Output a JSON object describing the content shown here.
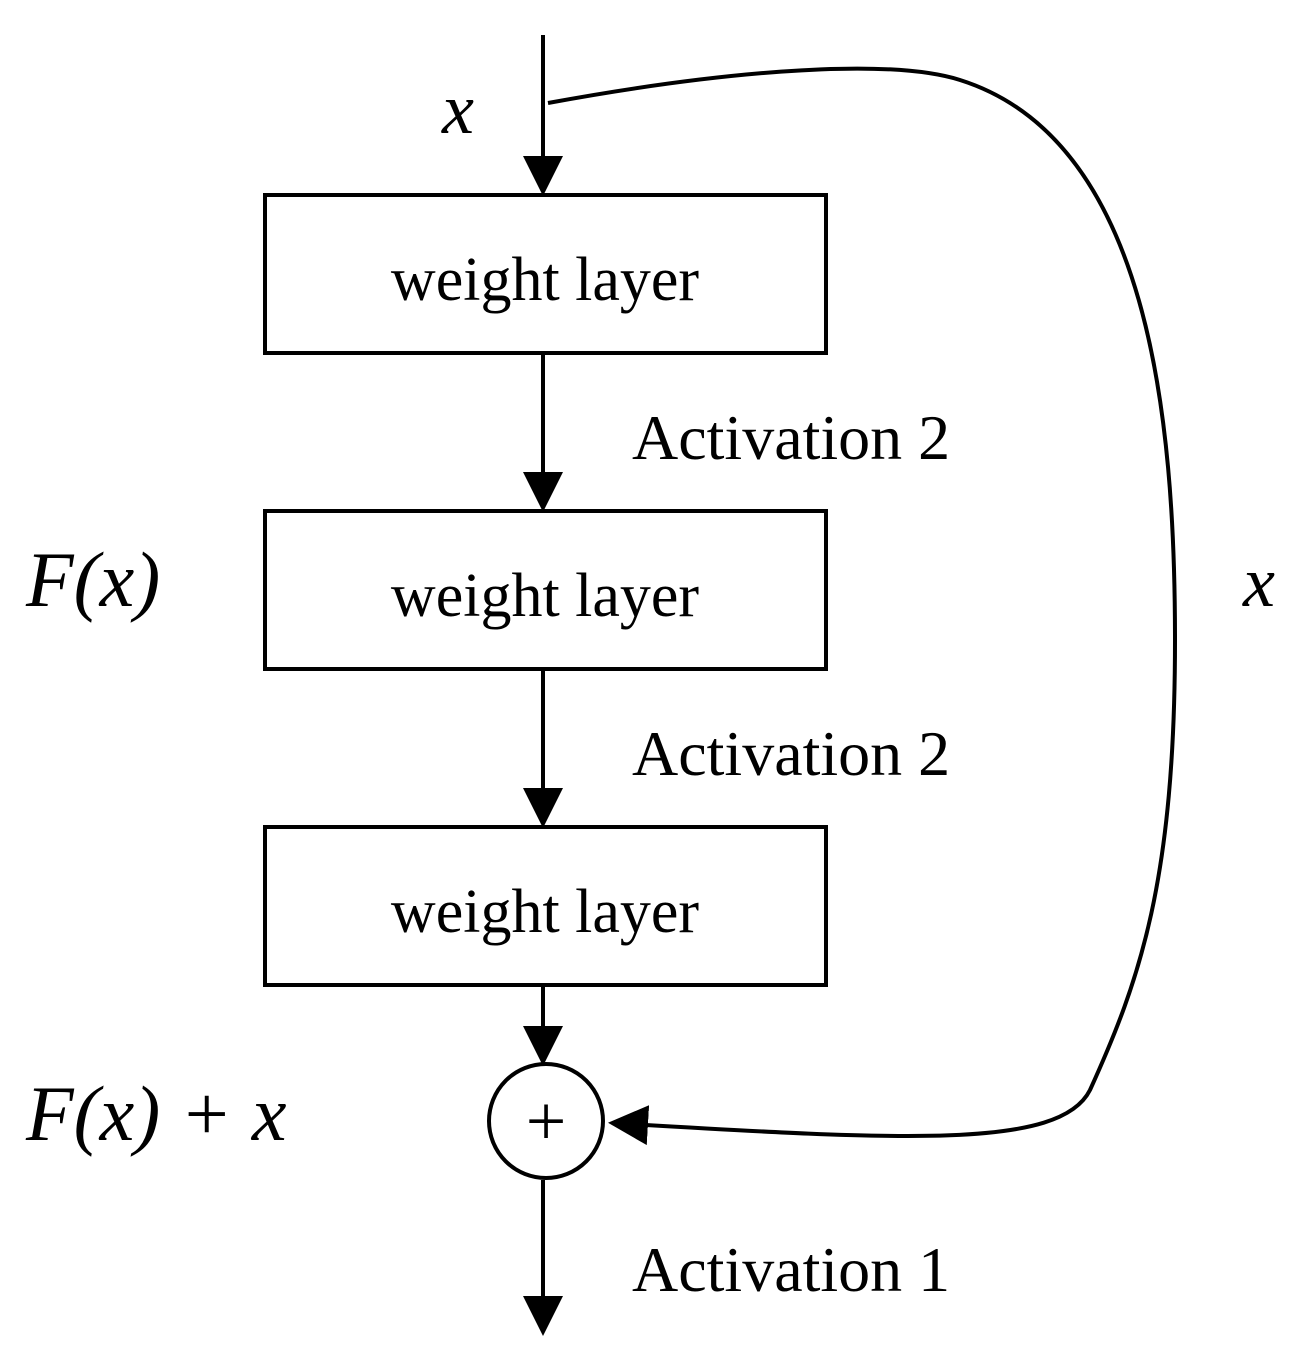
{
  "diagram": {
    "input_label": "x",
    "skip_label": "x",
    "residual_label": "F(x)",
    "sum_label": "F(x) + x",
    "plus_symbol": "+",
    "layers": [
      {
        "label": "weight layer"
      },
      {
        "label": "weight layer"
      },
      {
        "label": "weight layer"
      }
    ],
    "activations": [
      {
        "label": "Activation 2"
      },
      {
        "label": "Activation 2"
      },
      {
        "label": "Activation 1"
      }
    ]
  },
  "colors": {
    "stroke": "#000000",
    "background": "#ffffff"
  }
}
